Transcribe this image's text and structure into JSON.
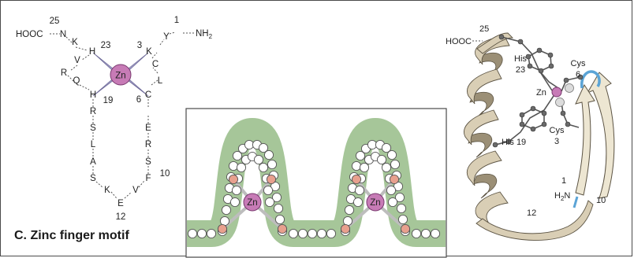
{
  "caption": "C. Zinc finger motif",
  "colors": {
    "zinc": "#c77bb6",
    "zinc_dark": "#7a3a70",
    "coordination_wedge": "#a8a5cc",
    "cys_bead": "#e8a08e",
    "backbone_band": "#a6c699",
    "ribbon": "#d9ceb5",
    "ribbon_dark": "#9b8f76",
    "sulfur": "#dcdcdc",
    "loop_blue": "#5ba4d6"
  },
  "left_panel": {
    "cterm": "HOOC",
    "nterm": "NH",
    "nterm_sub": "2",
    "zinc": "Zn",
    "residues": [
      "N",
      "K",
      "H",
      "V",
      "R",
      "Q",
      "H",
      "R",
      "S",
      "L",
      "A",
      "S",
      "K",
      "E",
      "V",
      "F",
      "S",
      "R",
      "E",
      "C",
      "L",
      "C",
      "K",
      "Y"
    ],
    "numbers": {
      "n25": "25",
      "n23": "23",
      "n19": "19",
      "n12": "12",
      "n10": "10",
      "n6": "6",
      "n3": "3",
      "n1": "1"
    }
  },
  "middle_panel": {
    "zinc_1": "Zn",
    "zinc_2": "Zn"
  },
  "right_panel": {
    "cterm": "HOOC",
    "n25": "25",
    "his23": "His",
    "his23_num": "23",
    "cys6": "Cys",
    "cys6_num": "6",
    "zinc": "Zn",
    "his19": "His 19",
    "cys3": "Cys",
    "cys3_num": "3",
    "n1": "1",
    "nterm": "H",
    "nterm_sub": "2",
    "nterm_n": "N",
    "n10": "10",
    "n12": "12"
  }
}
